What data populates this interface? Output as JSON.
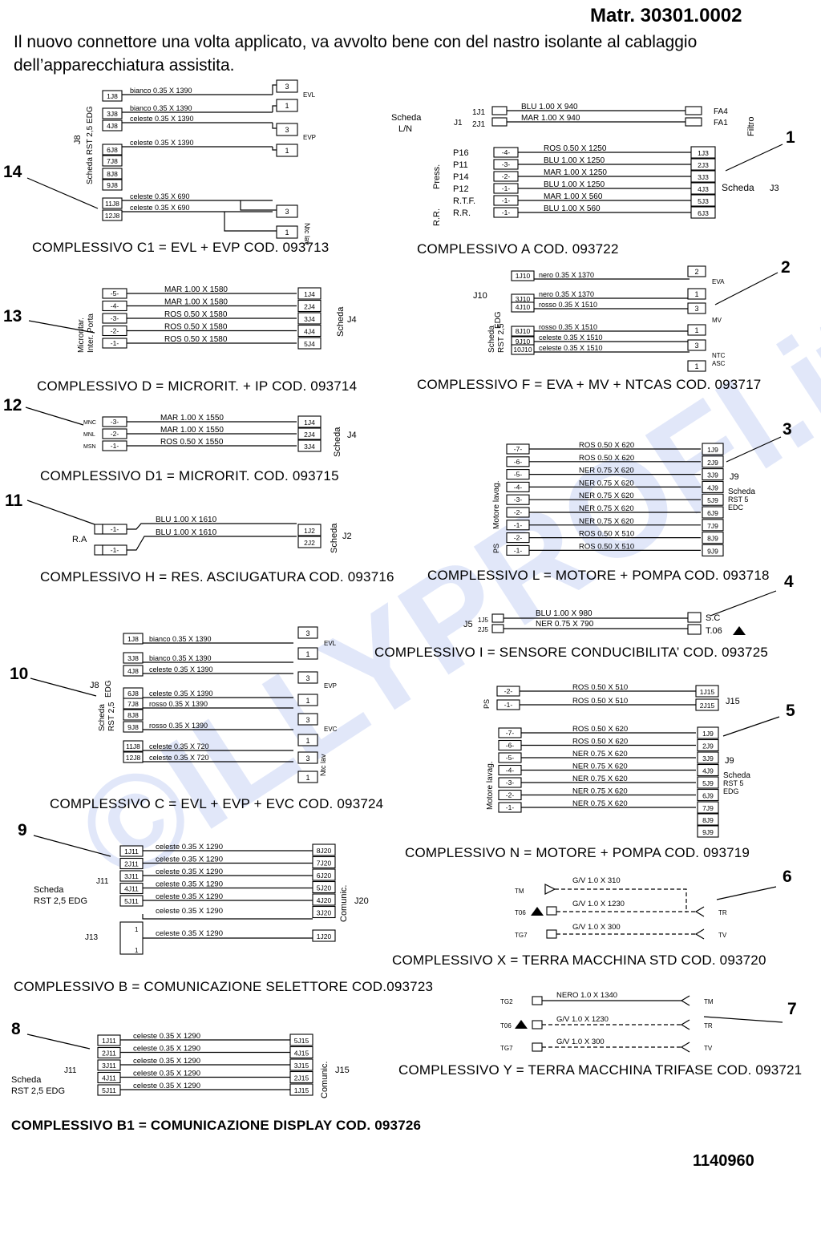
{
  "header": {
    "matr": "Matr. 30301.0002",
    "intro_line1": "Il nuovo connettore una volta applicato, va avvolto bene con del nastro isolante al cablaggio",
    "intro_line2": "dell’apparecchiatura assistita."
  },
  "footer": {
    "doc_code": "1140960"
  },
  "watermark": {
    "text": "©ILLYPROFI.it"
  },
  "assemblies": [
    {
      "id": "C1",
      "caption": "COMPLESSIVO C1 = EVL + EVP COD. 093713",
      "callout": "14",
      "wires": [
        {
          "pin": "1J8",
          "label": "bianco  0.35  X  1390"
        },
        {
          "pin": "3J8",
          "label": "bianco  0.35  X  1390"
        },
        {
          "pin": "4J8",
          "label": "celeste  0.35  X  1390"
        },
        {
          "pin": "6J8",
          "label": "celeste  0.35  X  1390"
        },
        {
          "pin": "11J8",
          "label": "celeste  0.35  X  690"
        },
        {
          "pin": "12J8",
          "label": "celeste  0.35  X  690"
        }
      ],
      "board": "Scheda RST 2,5 EDG",
      "connector": "J8",
      "ends": [
        "EVL",
        "EVP",
        "Ntc lav"
      ]
    },
    {
      "id": "A",
      "caption": "COMPLESSIVO  A COD. 093722",
      "callout": "1",
      "wires": [
        {
          "pin": "1J1",
          "label": "BLU  1.00  X  940",
          "to": "FA4"
        },
        {
          "pin": "2J1",
          "label": "MAR  1.00  X  940",
          "to": "FA1"
        },
        {
          "pin": "P16",
          "label": "ROS  0.50  X  1250",
          "to": "1J3"
        },
        {
          "pin": "P11",
          "label": "BLU  1.00  X  1250",
          "to": "2J3"
        },
        {
          "pin": "P14",
          "label": "MAR  1.00  X  1250",
          "to": "3J3"
        },
        {
          "pin": "P12",
          "label": "BLU  1.00  X  1250",
          "to": "4J3"
        },
        {
          "pin": "R.T.F.",
          "label": "MAR  1.00  X  560",
          "to": "5J3"
        },
        {
          "pin": "R.R.",
          "label": "BLU  1.00  X  560",
          "to": "6J3"
        }
      ],
      "labels": [
        "Scheda L/N",
        "J1",
        "Filtro",
        "Press.",
        "R.R.",
        "Scheda",
        "J3"
      ]
    },
    {
      "id": "D",
      "caption": "COMPLESSIVO  D = MICRORIT. + IP COD. 093714",
      "callout": "13",
      "wires": [
        {
          "pin": "-5-",
          "label": "MAR  1.00  X  1580",
          "to": "1J4"
        },
        {
          "pin": "-4-",
          "label": "MAR  1.00  X  1580",
          "to": "2J4"
        },
        {
          "pin": "-3-",
          "label": "ROS  0.50  X  1580",
          "to": "3J4"
        },
        {
          "pin": "-2-",
          "label": "ROS  0.50  X  1580",
          "to": "4J4"
        },
        {
          "pin": "-1-",
          "label": "ROS  0.50  X  1580",
          "to": "5J4"
        }
      ],
      "labels": [
        "Microritar. Inter. Porta",
        "Scheda",
        "J4"
      ]
    },
    {
      "id": "F",
      "caption": "COMPLESSIVO  F = EVA + MV + NTCAS COD. 093717",
      "callout": "2",
      "wires": [
        {
          "pin": "1J10",
          "label": "nero  0.35  X  1370"
        },
        {
          "pin": "3J10",
          "label": "nero  0.35  X  1370"
        },
        {
          "pin": "4J10",
          "label": "rosso  0.35  X  1510"
        },
        {
          "pin": "8J10",
          "label": "rosso  0.35  X  1510"
        },
        {
          "pin": "9J10",
          "label": "celeste  0.35  X  1510"
        },
        {
          "pin": "10J10",
          "label": "celeste  0.35  X  1510"
        }
      ],
      "labels": [
        "J10",
        "Scheda RST 2,5 EDG",
        "EVA",
        "MV",
        "NTC ASC"
      ]
    },
    {
      "id": "D1",
      "caption": "COMPLESSIVO  D1 = MICRORIT. COD. 093715",
      "callout": "12",
      "wires": [
        {
          "pin": "-3-",
          "src": "MNC",
          "label": "MAR  1.00  X  1550",
          "to": "1J4"
        },
        {
          "pin": "-2-",
          "src": "MNL",
          "label": "MAR  1.00  X  1550",
          "to": "2J4"
        },
        {
          "pin": "-1-",
          "src": "MSN",
          "label": "ROS  0.50  X  1550",
          "to": "3J4"
        }
      ],
      "labels": [
        "Scheda",
        "J4"
      ]
    },
    {
      "id": "L",
      "caption": "COMPLESSIVO  L = MOTORE + POMPA COD. 093718",
      "callout": "3",
      "wires": [
        {
          "pin": "-7-",
          "label": "ROS  0.50  X  620",
          "to": "1J9"
        },
        {
          "pin": "-6-",
          "label": "ROS  0.50  X  620",
          "to": "2J9"
        },
        {
          "pin": "-5-",
          "label": "NER  0.75  X  620",
          "to": "3J9"
        },
        {
          "pin": "-4-",
          "label": "NER  0.75  X  620",
          "to": "4J9"
        },
        {
          "pin": "-3-",
          "label": "NER  0.75  X  620",
          "to": "5J9"
        },
        {
          "pin": "-2-",
          "label": "NER  0.75  X  620",
          "to": "6J9"
        },
        {
          "pin": "-1-",
          "label": "NER  0.75  X  620",
          "to": "7J9"
        },
        {
          "pin": "-2-",
          "label": "ROS  0.50  X  510",
          "to": "8J9"
        },
        {
          "pin": "-1-",
          "label": "ROS  0.50  X  510",
          "to": "9J9"
        }
      ],
      "labels": [
        "Motore lavag.",
        "PS",
        "J9",
        "Scheda RST 5 EDC"
      ]
    },
    {
      "id": "H",
      "caption": "COMPLESSIVO  H = RES. ASCIUGATURA COD. 093716",
      "callout": "11",
      "wires": [
        {
          "pin": "-1-",
          "label": "BLU  1.00  X  1610",
          "to": "1J2"
        },
        {
          "pin": "-1-",
          "label": "BLU  1.00  X  1610",
          "to": "2J2"
        }
      ],
      "labels": [
        "R.A",
        "Scheda",
        "J2"
      ]
    },
    {
      "id": "I",
      "caption": "COMPLESSIVO  I = SENSORE CONDUCIBILITA’ COD. 093725",
      "callout": "4",
      "wires": [
        {
          "pin": "1J5",
          "label": "BLU  1.00  X  980",
          "to": "S.C"
        },
        {
          "pin": "2J5",
          "label": "NER  0.75  X  790",
          "to": "T.06"
        }
      ],
      "labels": [
        "J5"
      ]
    },
    {
      "id": "C",
      "caption": "COMPLESSIVO  C = EVL + EVP + EVC COD. 093724",
      "callout": "10",
      "wires": [
        {
          "pin": "1J8",
          "label": "bianco  0.35  X  1390"
        },
        {
          "pin": "3J8",
          "label": "bianco  0.35  X  1390"
        },
        {
          "pin": "4J8",
          "label": "celeste  0.35  X  1390"
        },
        {
          "pin": "6J8",
          "label": "celeste  0.35  X  1390"
        },
        {
          "pin": "7J8",
          "label": "rosso  0.35  X  1390"
        },
        {
          "pin": "9J8",
          "label": "rosso  0.35  X  1390"
        },
        {
          "pin": "11J8",
          "label": "celeste  0.35  X  720"
        },
        {
          "pin": "12J8",
          "label": "celeste  0.35  X  720"
        }
      ],
      "labels": [
        "J8",
        "Scheda RST 2,5 EDG",
        "EVL",
        "EVP",
        "EVC",
        "Ntc lav"
      ]
    },
    {
      "id": "N",
      "caption": "COMPLESSIVO  N = MOTORE + POMPA COD. 093719",
      "callout": "5",
      "wires": [
        {
          "pin": "-2-",
          "label": "ROS  0.50  X  510",
          "to": "1J15"
        },
        {
          "pin": "-1-",
          "label": "ROS  0.50  X  510",
          "to": "2J15"
        },
        {
          "pin": "-7-",
          "label": "ROS  0.50  X  620",
          "to": "1J9"
        },
        {
          "pin": "-6-",
          "label": "ROS  0.50  X  620",
          "to": "2J9"
        },
        {
          "pin": "-5-",
          "label": "NER  0.75  X  620",
          "to": "3J9"
        },
        {
          "pin": "-4-",
          "label": "NER  0.75  X  620",
          "to": "4J9"
        },
        {
          "pin": "-3-",
          "label": "NER  0.75  X  620",
          "to": "5J9"
        },
        {
          "pin": "-2-",
          "label": "NER  0.75  X  620",
          "to": "6J9"
        },
        {
          "pin": "-1-",
          "label": "NER  0.75  X  620",
          "to": "7J9"
        }
      ],
      "labels": [
        "PS",
        "J15",
        "Motore lavag.",
        "J9",
        "Scheda RST 5 EDG"
      ]
    },
    {
      "id": "B",
      "caption": "COMPLESSIVO  B = COMUNICAZIONE SELETTORE  COD.093723",
      "callout": "9",
      "wires": [
        {
          "pin": "1J11",
          "label": "celeste  0.35  X  1290",
          "to": "8J20"
        },
        {
          "pin": "2J11",
          "label": "celeste  0.35  X  1290",
          "to": "7J20"
        },
        {
          "pin": "3J11",
          "label": "celeste  0.35  X  1290",
          "to": "6J20"
        },
        {
          "pin": "4J11",
          "label": "celeste  0.35  X  1290",
          "to": "5J20"
        },
        {
          "pin": "5J11",
          "label": "celeste  0.35  X  1290",
          "to": "4J20"
        },
        {
          "pin": "1",
          "label": "celeste  0.35  X  1290",
          "to": "3J20"
        },
        {
          "pin": "1",
          "label": "celeste  0.35  X  1290",
          "to": "1J20"
        }
      ],
      "labels": [
        "J11",
        "Scheda RST 2,5 EDG",
        "J13",
        "Comunic.",
        "J20"
      ]
    },
    {
      "id": "X",
      "caption": "COMPLESSIVO  X = TERRA MACCHINA STD COD. 093720",
      "callout": "6",
      "wires": [
        {
          "pin": "TM",
          "label": "G/V  1.0  X  310"
        },
        {
          "pin": "T06",
          "label": "G/V  1.0  X  1230",
          "to": "TR"
        },
        {
          "pin": "TG7",
          "label": "G/V  1.0  X  300",
          "to": "TV"
        }
      ]
    },
    {
      "id": "Y",
      "caption": "COMPLESSIVO  Y = TERRA MACCHINA TRIFASE COD. 093721",
      "callout": "7",
      "wires": [
        {
          "pin": "TG2",
          "label": "NERO  1.0  X  1340",
          "to": "TM"
        },
        {
          "pin": "T06",
          "label": "G/V  1.0  X  1230",
          "to": "TR"
        },
        {
          "pin": "TG7",
          "label": "G/V  1.0  X  300",
          "to": "TV"
        }
      ]
    },
    {
      "id": "B1",
      "caption": "COMPLESSIVO  B1 = COMUNICAZIONE DISPLAY COD. 093726",
      "callout": "8",
      "wires": [
        {
          "pin": "1J11",
          "label": "celeste  0.35  X  1290",
          "to": "5J15"
        },
        {
          "pin": "2J11",
          "label": "celeste  0.35  X  1290",
          "to": "4J15"
        },
        {
          "pin": "3J11",
          "label": "celeste  0.35  X  1290",
          "to": "3J15"
        },
        {
          "pin": "4J11",
          "label": "celeste  0.35  X  1290",
          "to": "2J15"
        },
        {
          "pin": "5J11",
          "label": "celeste  0.35  X  1290",
          "to": "1J15"
        }
      ],
      "labels": [
        "J11",
        "Scheda RST 2,5 EDG",
        "Comunic.",
        "J15"
      ]
    }
  ]
}
